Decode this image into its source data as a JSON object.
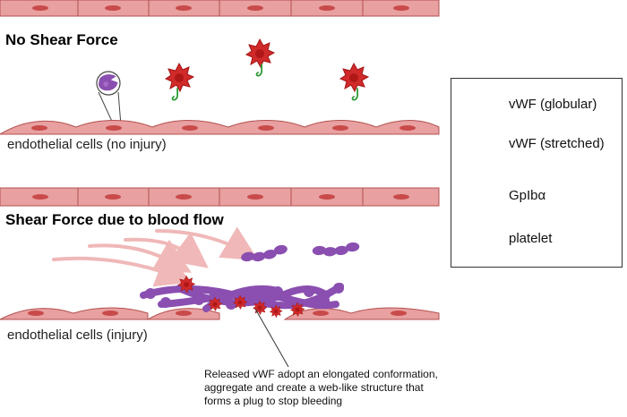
{
  "panels": {
    "top": {
      "title": "No Shear Force",
      "caption": "endothelial cells (no injury)"
    },
    "bottom": {
      "title": "Shear Force due to blood flow",
      "caption": "endothelial cells (injury)"
    }
  },
  "annotation": {
    "line1": "Released vWF adopt an elongated conformation,",
    "line2": "aggregate and create a web-like structure that",
    "line3": "forms a plug to stop bleeding"
  },
  "legend": {
    "items": [
      {
        "label": "vWF (globular)",
        "icon": "vwf-globular-icon"
      },
      {
        "label": "vWF (stretched)",
        "icon": "vwf-stretched-icon"
      },
      {
        "label": "GpIbα",
        "icon": "gpib-alpha-icon"
      },
      {
        "label": "platelet",
        "icon": "platelet-icon"
      }
    ]
  },
  "colors": {
    "endothelium_fill": "#e8a0a0",
    "endothelium_stroke": "#b45050",
    "nucleus": "#c94a4a",
    "vwf": "#8a4fb0",
    "vwf_light": "#a56bc8",
    "platelet": "#d02a2a",
    "platelet_center": "#b01818",
    "gpib": "#2f9a3a",
    "flow_arrow": "#f0b8b8"
  }
}
